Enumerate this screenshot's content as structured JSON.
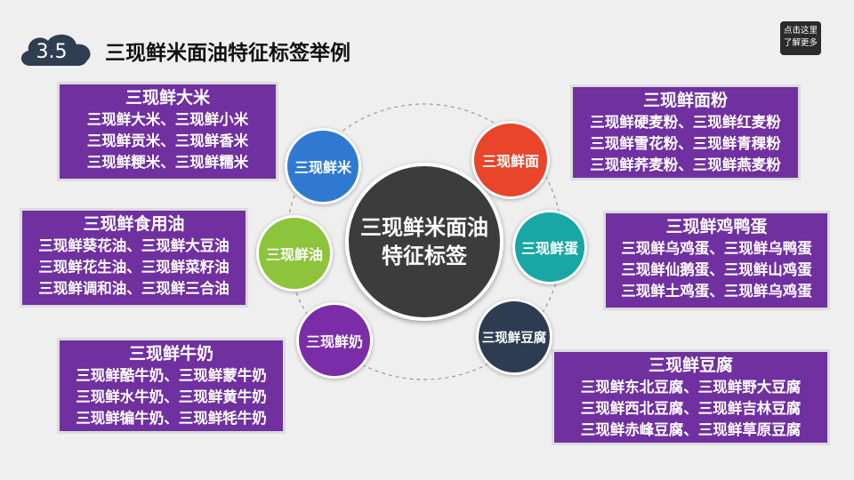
{
  "header": {
    "section_number": "3.5",
    "title": "三现鲜米面油特征标签举例",
    "more_line1": "点击这里",
    "more_line2": "了解更多"
  },
  "center": {
    "line1": "三现鲜米面油",
    "line2": "特征标签"
  },
  "nodes": {
    "rice": "三现鲜米",
    "flour": "三现鲜面",
    "oil": "三现鲜油",
    "egg": "三现鲜蛋",
    "milk": "三现鲜奶",
    "tofu": "三现鲜豆腐"
  },
  "boxes": {
    "rice": {
      "title": "三现鲜大米",
      "lines": [
        "三现鲜大米、三现鲜小米",
        "三现鲜贡米、三现鲜香米",
        "三现鲜粳米、三现鲜糯米"
      ]
    },
    "oil": {
      "title": "三现鲜食用油",
      "lines": [
        "三现鲜葵花油、三现鲜大豆油",
        "三现鲜花生油、三现鲜菜籽油",
        "三现鲜调和油、三现鲜三合油"
      ]
    },
    "milk": {
      "title": "三现鲜牛奶",
      "lines": [
        "三现鲜酷牛奶、三现鲜蒙牛奶",
        "三现鲜水牛奶、三现鲜黄牛奶",
        "三现鲜犏牛奶、三现鲜牦牛奶"
      ]
    },
    "flour": {
      "title": "三现鲜面粉",
      "lines": [
        "三现鲜硬麦粉、三现鲜红麦粉",
        "三现鲜雪花粉、三现鲜青稞粉",
        "三现鲜荞麦粉、三现鲜燕麦粉"
      ]
    },
    "egg": {
      "title": "三现鲜鸡鸭蛋",
      "lines": [
        "三现鲜乌鸡蛋、三现鲜乌鸭蛋",
        "三现鲜仙鹅蛋、三现鲜山鸡蛋",
        "三现鲜土鸡蛋、三现鲜乌鸡蛋"
      ]
    },
    "tofu": {
      "title": "三现鲜豆腐",
      "lines": [
        "三现鲜东北豆腐、三现鲜野大豆腐",
        "三现鲜西北豆腐、三现鲜吉林豆腐",
        "三现鲜赤峰豆腐、三现鲜草原豆腐"
      ]
    }
  },
  "colors": {
    "box_purple": "#7030a0",
    "rice_blue": "#2f7ad0",
    "flour_red": "#e8452a",
    "oil_green": "#8cc43c",
    "egg_teal": "#18a7a5",
    "milk_purple": "#7b2da8",
    "tofu_navy": "#2e3c52",
    "center_gray": "#3c3c3c"
  }
}
